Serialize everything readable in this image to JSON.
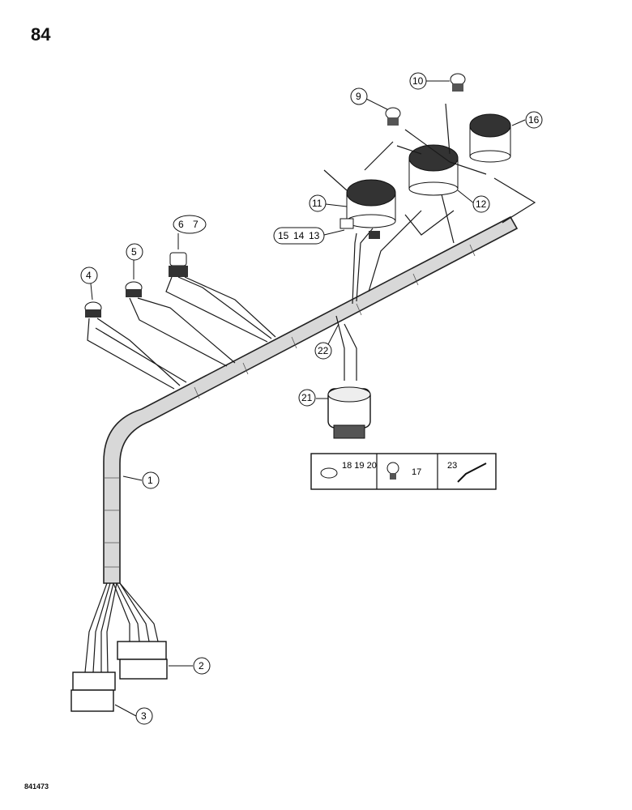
{
  "page": {
    "number": "84",
    "figure_code": "841473"
  },
  "callouts": {
    "c1": "1",
    "c2": "2",
    "c3": "3",
    "c4": "4",
    "c5": "5",
    "c6": "6",
    "c7": "7",
    "c9": "9",
    "c10": "10",
    "c11": "11",
    "c12": "12",
    "c13": "13",
    "c14": "14",
    "c15": "15",
    "c16": "16",
    "c21": "21",
    "c22": "22"
  },
  "inset": {
    "panel1_label": "18 19 20",
    "panel2_label": "17",
    "panel3_label": "23"
  }
}
